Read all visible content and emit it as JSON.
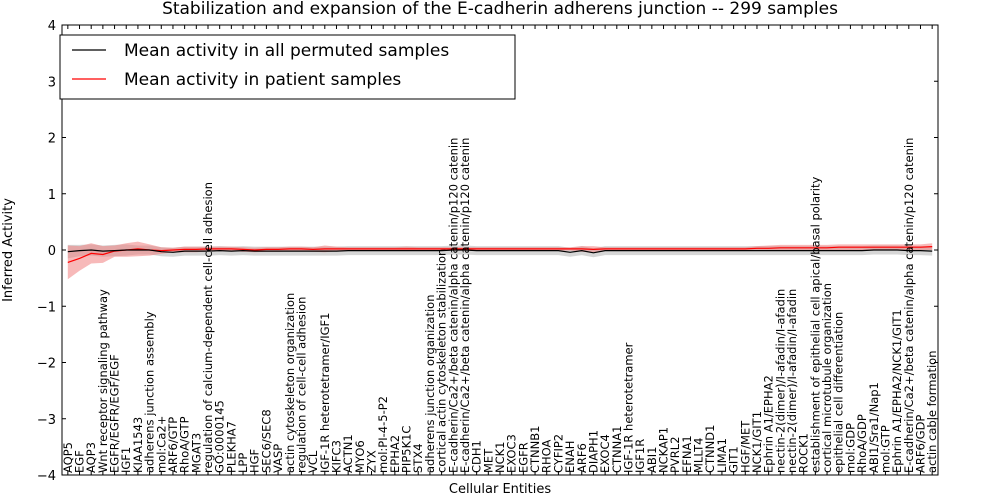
{
  "chart_data": {
    "type": "line",
    "title": "Stabilization and expansion of the E-cadherin adherens junction -- 299 samples",
    "xlabel": "Cellular Entities",
    "ylabel": "Inferred Activity",
    "ylim": [
      -4,
      4
    ],
    "yticks": [
      -4,
      -3,
      -2,
      -1,
      0,
      1,
      2,
      3,
      4
    ],
    "legend_position": "top-left",
    "categories": [
      "AQP5",
      "EGF",
      "AQP3",
      "Wnt receptor signaling pathway",
      "EGFR/EGFR/EGF/EGF",
      "IGF1",
      "KIAA1543",
      "adherens junction assembly",
      "mol:Ca2+",
      "ARF6/GTP",
      "RhoA/GTP",
      "MGAT3",
      "regulation of calcium-dependent cell-cell adhesion",
      "GO:0000145",
      "PLEKHA7",
      "LPP",
      "HGF",
      "SEC6/SEC8",
      "VASP",
      "actin cytoskeleton organization",
      "regulation of cell-cell adhesion",
      "VCL",
      "IGF-1R heterotetramer/IGF1",
      "KIFC3",
      "ACTN1",
      "MYO6",
      "ZYX",
      "mol:PI-4-5-P2",
      "EPHA2",
      "PIP5K1C",
      "STX4",
      "adherens junction organization",
      "cortical actin cytoskeleton stabilization",
      "E-cadherin/Ca2+/beta catenin/alpha catenin/p120 catenin",
      "E-cadherin/Ca2+/beta catenin/alpha catenin/p120 catenin",
      "CDH1",
      "MET",
      "NCK1",
      "EXOC3",
      "EGFR",
      "CTNNB1",
      "RHOA",
      "CYFIP2",
      "ENAH",
      "ARF6",
      "DIAPH1",
      "EXOC4",
      "CTNNA1",
      "IGF-1R heterotetramer",
      "IGF1R",
      "ABI1",
      "NCKAP1",
      "PVRL2",
      "EFNA1",
      "MLLT4",
      "CTNND1",
      "LIMA1",
      "GIT1",
      "HGF/MET",
      "NCK1/GIT1",
      "Ephrin A1/EPHA2",
      "nectin-2(dimer)/I-afadin/I-afadin",
      "nectin-2(dimer)/I-afadin/I-afadin",
      "ROCK1",
      "establishment of epithelial cell apical/basal polarity",
      "cortical microtubule organization",
      "epithelial cell differentiation",
      "mol:GDP",
      "RhoA/GDP",
      "ABI1/Sra1/Nap1",
      "mol:GTP",
      "Ephrin A1/EPHA2/NCK1/GIT1",
      "E-cadherin/Ca2+/beta catenin/alpha catenin/p120 catenin",
      "ARF6/GDP",
      "actin cable formation"
    ],
    "series": [
      {
        "name": "Mean activity in all permuted samples",
        "color": "#000000",
        "band_color": "#c8c8c8",
        "values": [
          -0.03,
          -0.01,
          0.0,
          -0.02,
          -0.01,
          0.0,
          0.0,
          0.0,
          -0.03,
          -0.04,
          -0.02,
          -0.02,
          -0.02,
          -0.01,
          -0.02,
          -0.01,
          -0.02,
          -0.02,
          -0.02,
          -0.02,
          -0.02,
          -0.02,
          -0.02,
          -0.02,
          -0.01,
          -0.01,
          -0.01,
          -0.01,
          -0.01,
          -0.01,
          -0.01,
          -0.01,
          -0.01,
          0.0,
          0.0,
          -0.01,
          -0.01,
          -0.01,
          -0.01,
          -0.01,
          -0.01,
          -0.01,
          -0.01,
          -0.04,
          -0.01,
          -0.05,
          -0.01,
          -0.01,
          -0.01,
          -0.01,
          -0.01,
          -0.01,
          -0.01,
          -0.01,
          -0.01,
          -0.01,
          -0.01,
          -0.01,
          -0.01,
          -0.01,
          -0.01,
          -0.01,
          -0.01,
          -0.01,
          -0.01,
          -0.01,
          -0.01,
          -0.01,
          -0.01,
          0.0,
          0.0,
          0.0,
          -0.01,
          -0.01,
          -0.02
        ],
        "band_halfwidth": [
          0.12,
          0.1,
          0.1,
          0.1,
          0.1,
          0.1,
          0.08,
          0.08,
          0.08,
          0.08,
          0.08,
          0.08,
          0.08,
          0.08,
          0.08,
          0.08,
          0.08,
          0.08,
          0.08,
          0.08,
          0.08,
          0.08,
          0.08,
          0.08,
          0.08,
          0.08,
          0.08,
          0.08,
          0.08,
          0.08,
          0.08,
          0.08,
          0.08,
          0.08,
          0.08,
          0.08,
          0.08,
          0.08,
          0.08,
          0.08,
          0.08,
          0.08,
          0.08,
          0.08,
          0.08,
          0.08,
          0.08,
          0.08,
          0.08,
          0.08,
          0.08,
          0.08,
          0.08,
          0.08,
          0.08,
          0.08,
          0.08,
          0.08,
          0.08,
          0.08,
          0.08,
          0.08,
          0.08,
          0.08,
          0.08,
          0.08,
          0.08,
          0.08,
          0.08,
          0.08,
          0.08,
          0.08,
          0.08,
          0.08,
          0.08
        ]
      },
      {
        "name": "Mean activity in patient samples",
        "color": "#ff0000",
        "band_color": "#f08080",
        "values": [
          -0.22,
          -0.15,
          -0.06,
          -0.08,
          -0.02,
          0.0,
          0.02,
          0.0,
          -0.01,
          0.0,
          0.01,
          0.01,
          0.02,
          0.02,
          0.02,
          0.01,
          0.0,
          0.01,
          0.01,
          0.02,
          0.02,
          0.01,
          0.02,
          0.02,
          0.02,
          0.02,
          0.02,
          0.02,
          0.02,
          0.02,
          0.02,
          0.02,
          0.02,
          0.02,
          0.02,
          0.02,
          0.02,
          0.02,
          0.02,
          0.02,
          0.02,
          0.02,
          0.02,
          0.02,
          0.02,
          0.01,
          0.02,
          0.02,
          0.02,
          0.02,
          0.02,
          0.02,
          0.02,
          0.02,
          0.02,
          0.02,
          0.02,
          0.02,
          0.02,
          0.03,
          0.03,
          0.04,
          0.04,
          0.04,
          0.04,
          0.04,
          0.05,
          0.05,
          0.05,
          0.05,
          0.05,
          0.05,
          0.05,
          0.05,
          0.06
        ],
        "band_halfwidth": [
          0.3,
          0.22,
          0.18,
          0.15,
          0.1,
          0.12,
          0.13,
          0.1,
          0.06,
          0.04,
          0.05,
          0.05,
          0.04,
          0.04,
          0.04,
          0.04,
          0.04,
          0.04,
          0.04,
          0.04,
          0.04,
          0.04,
          0.06,
          0.04,
          0.03,
          0.03,
          0.03,
          0.03,
          0.03,
          0.04,
          0.03,
          0.03,
          0.03,
          0.03,
          0.03,
          0.03,
          0.03,
          0.03,
          0.03,
          0.03,
          0.03,
          0.03,
          0.03,
          0.03,
          0.05,
          0.06,
          0.03,
          0.03,
          0.03,
          0.03,
          0.03,
          0.03,
          0.03,
          0.03,
          0.03,
          0.03,
          0.03,
          0.03,
          0.03,
          0.04,
          0.05,
          0.05,
          0.05,
          0.05,
          0.05,
          0.05,
          0.05,
          0.05,
          0.05,
          0.05,
          0.05,
          0.05,
          0.05,
          0.05,
          0.06
        ]
      }
    ]
  }
}
